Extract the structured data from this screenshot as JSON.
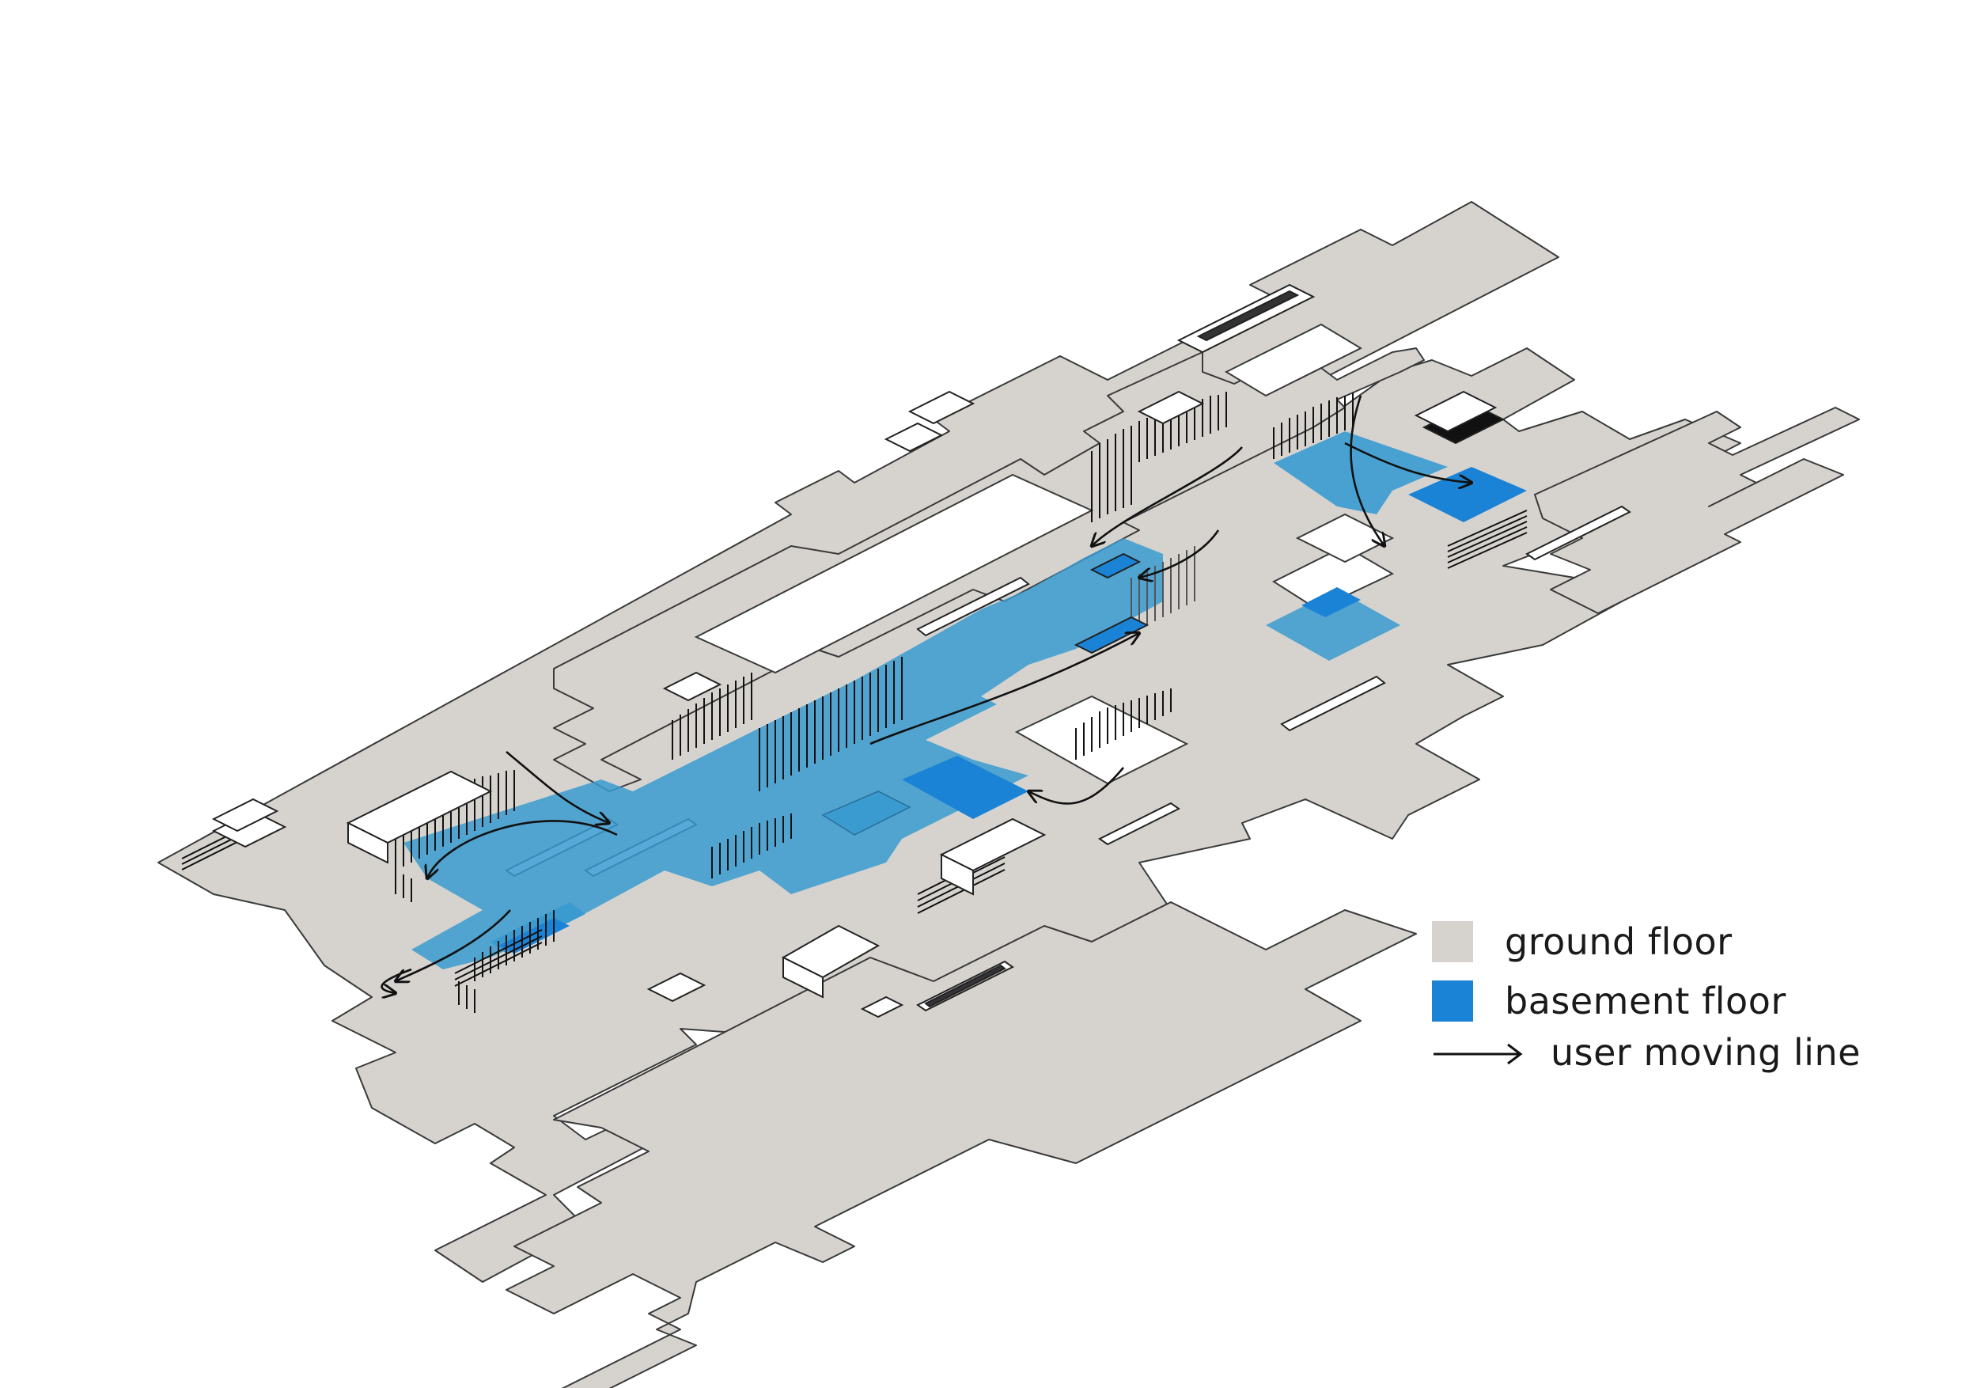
{
  "legend": {
    "ground_floor": {
      "label": "ground floor",
      "color": "#d6d3cf"
    },
    "basement_floor": {
      "label": "basement floor",
      "color": "#1b83d6"
    },
    "moving_line": {
      "label": "user moving line",
      "color": "#111111"
    }
  },
  "colors": {
    "ground": "#d6d3cf",
    "basement": "#3a9bd0",
    "basement_strong": "#1b83d6",
    "outline": "#3a3a3a",
    "hatch": "#111111"
  }
}
